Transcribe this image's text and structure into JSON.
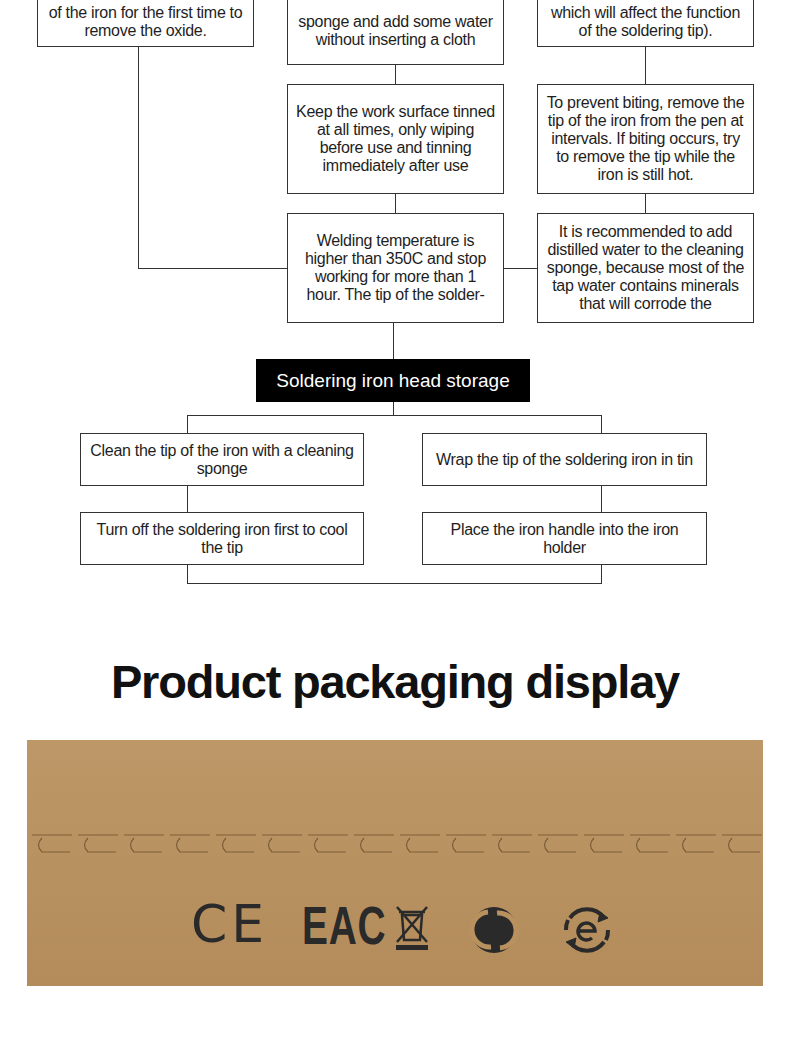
{
  "diagram": {
    "title": "Product packaging display",
    "nodes": [
      {
        "text": [
          "of the iron for the first time to remove the oxide."
        ]
      },
      {
        "text": [
          "sponge and add some water without inserting a cloth"
        ]
      },
      {
        "text": [
          "which will affect the function of the soldering tip)."
        ]
      },
      {
        "text": [
          "Keep the work surface tinned at all times, only wiping before use and tinning immediately after use"
        ]
      },
      {
        "text": [
          "To prevent biting, remove the tip of the iron from the pen at intervals. If biting occurs, try to remove the tip while the iron is still hot."
        ]
      },
      {
        "text": [
          "Welding temperature is higher than 350C and stop working for more than 1 hour. The tip of the solder-"
        ]
      },
      {
        "text": [
          "It is recommended to add distilled water to the cleaning sponge, because most of the tap water contains minerals that will corrode the"
        ]
      },
      {
        "text": [
          "Soldering iron head storage"
        ]
      },
      {
        "text": [
          "Clean the tip of the iron with a cleaning sponge"
        ]
      },
      {
        "text": [
          "Wrap the tip of the soldering iron in tin"
        ]
      },
      {
        "text": [
          "Turn off the soldering iron first to cool the tip"
        ]
      },
      {
        "text": [
          "Place the iron handle into the iron holder"
        ]
      }
    ],
    "edges": [
      {
        "from": 0,
        "to": 5,
        "arrow": "none"
      },
      {
        "from": 1,
        "to": 3,
        "arrow": "none"
      },
      {
        "from": 3,
        "to": 5,
        "arrow": "none"
      },
      {
        "from": 2,
        "to": 4,
        "arrow": "none"
      },
      {
        "from": 4,
        "to": 6,
        "arrow": "none"
      },
      {
        "from": 6,
        "to": 5,
        "arrow": "none"
      },
      {
        "from": 5,
        "to": 7,
        "arrow": "none"
      },
      {
        "from": 7,
        "to": 8,
        "arrow": "none"
      },
      {
        "from": 7,
        "to": 9,
        "arrow": "none"
      },
      {
        "from": 8,
        "to": 10,
        "arrow": "none"
      },
      {
        "from": 9,
        "to": 11,
        "arrow": "none"
      },
      {
        "from": 10,
        "to": 11,
        "arrow": "none"
      }
    ],
    "labels": [
      "CE",
      "EAC"
    ]
  }
}
